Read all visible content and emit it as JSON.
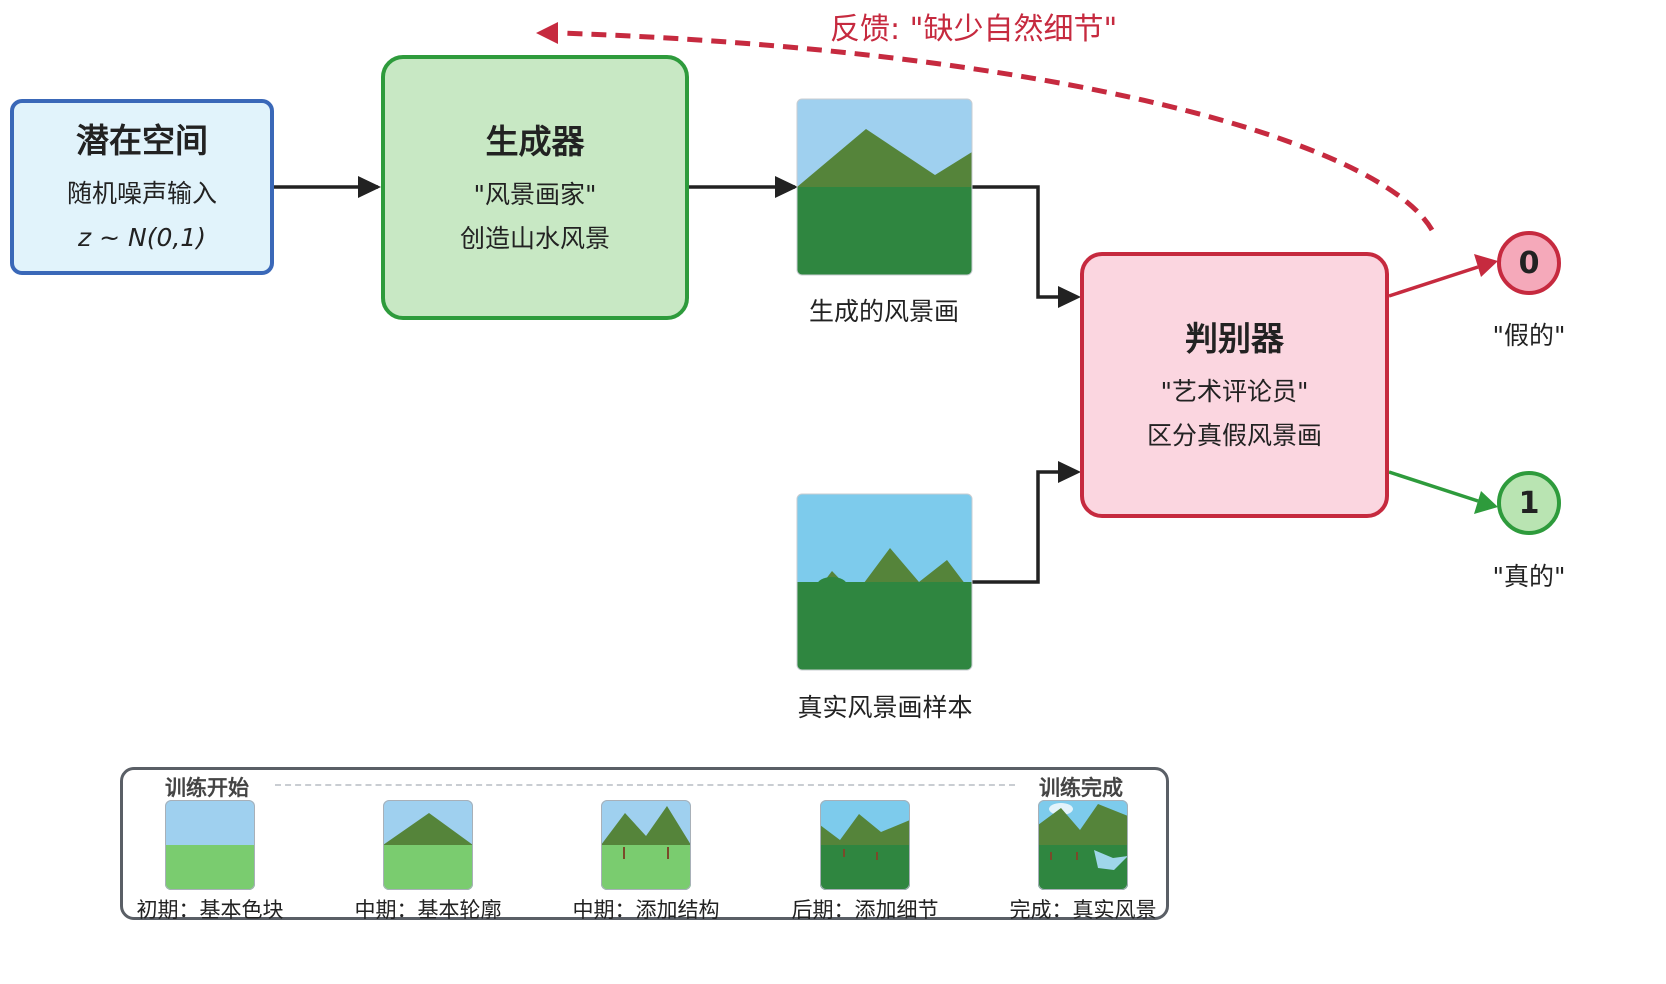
{
  "latent": {
    "title": "潜在空间",
    "line1": "随机噪声输入",
    "line2": "z ~ N(0,1)"
  },
  "generator": {
    "title": "生成器",
    "line1": "\"风景画家\"",
    "line2": "创造山水风景"
  },
  "discriminator": {
    "title": "判别器",
    "line1": "\"艺术评论员\"",
    "line2": "区分真假风景画"
  },
  "generated_image": {
    "caption": "生成的风景画"
  },
  "real_image": {
    "caption": "真实风景画样本"
  },
  "feedback": {
    "label": "反馈: \"缺少自然细节\""
  },
  "outputs": {
    "fake": {
      "value": "0",
      "label": "\"假的\""
    },
    "real": {
      "value": "1",
      "label": "\"真的\""
    }
  },
  "legend": {
    "start_label": "训练开始",
    "end_label": "训练完成",
    "stages": [
      {
        "label": "初期：基本色块"
      },
      {
        "label": "中期：基本轮廓"
      },
      {
        "label": "中期：添加结构"
      },
      {
        "label": "后期：添加细节"
      },
      {
        "label": "完成：真实风景"
      }
    ]
  },
  "colors": {
    "latent_border": "#3a68b8",
    "generator_border": "#2e9b3c",
    "discriminator_border": "#c62a3f",
    "sky": "#9fd0ef",
    "mountain": "#55843a",
    "grass_light": "#7acc6f",
    "grass_dark": "#2f8640",
    "arrow": "#222222"
  }
}
